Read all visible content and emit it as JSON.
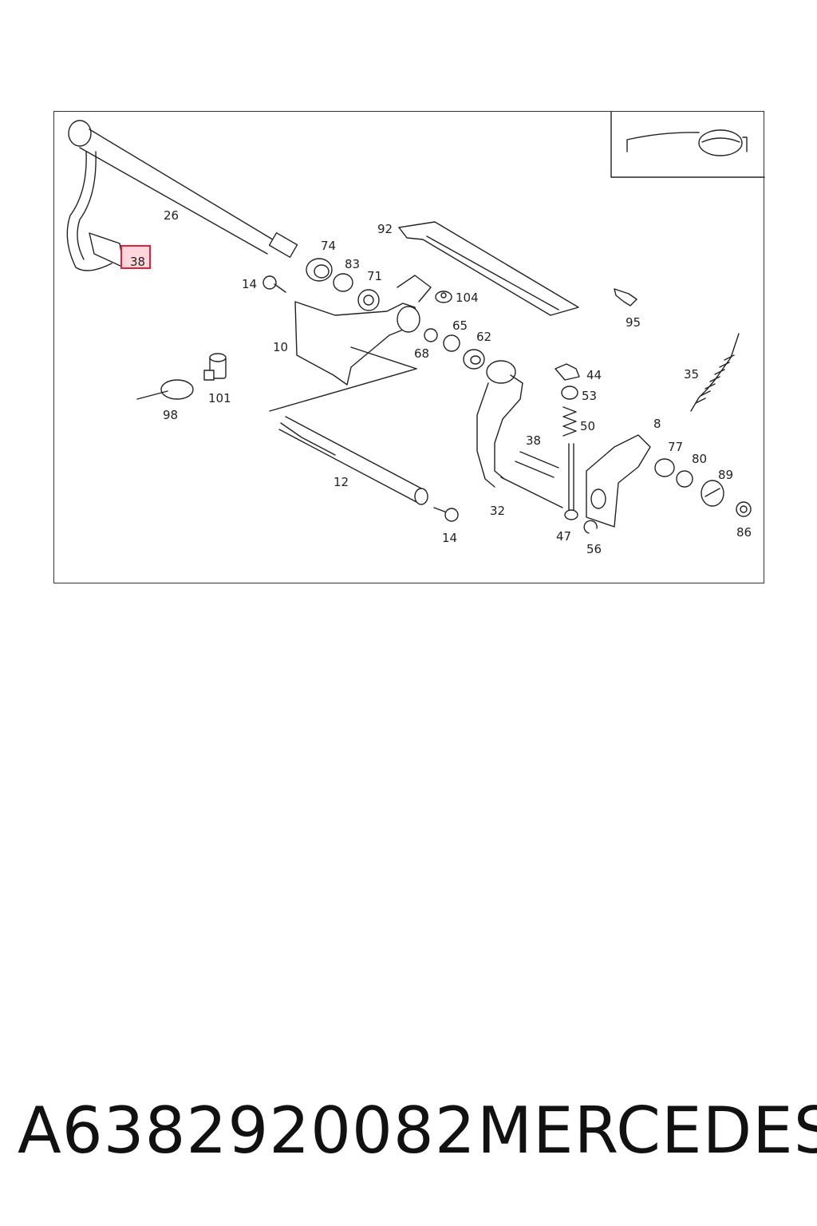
{
  "diagram": {
    "highlighted_label": "38",
    "callouts": [
      "26",
      "38",
      "74",
      "83",
      "71",
      "92",
      "14",
      "104",
      "95",
      "10",
      "68",
      "65",
      "62",
      "44",
      "53",
      "35",
      "101",
      "98",
      "50",
      "8",
      "38",
      "77",
      "80",
      "89",
      "12",
      "32",
      "14",
      "47",
      "56",
      "86"
    ],
    "accent_color": "#e0203a"
  },
  "footer": {
    "part_number": "A6382920082",
    "brand": "MERCEDES"
  }
}
